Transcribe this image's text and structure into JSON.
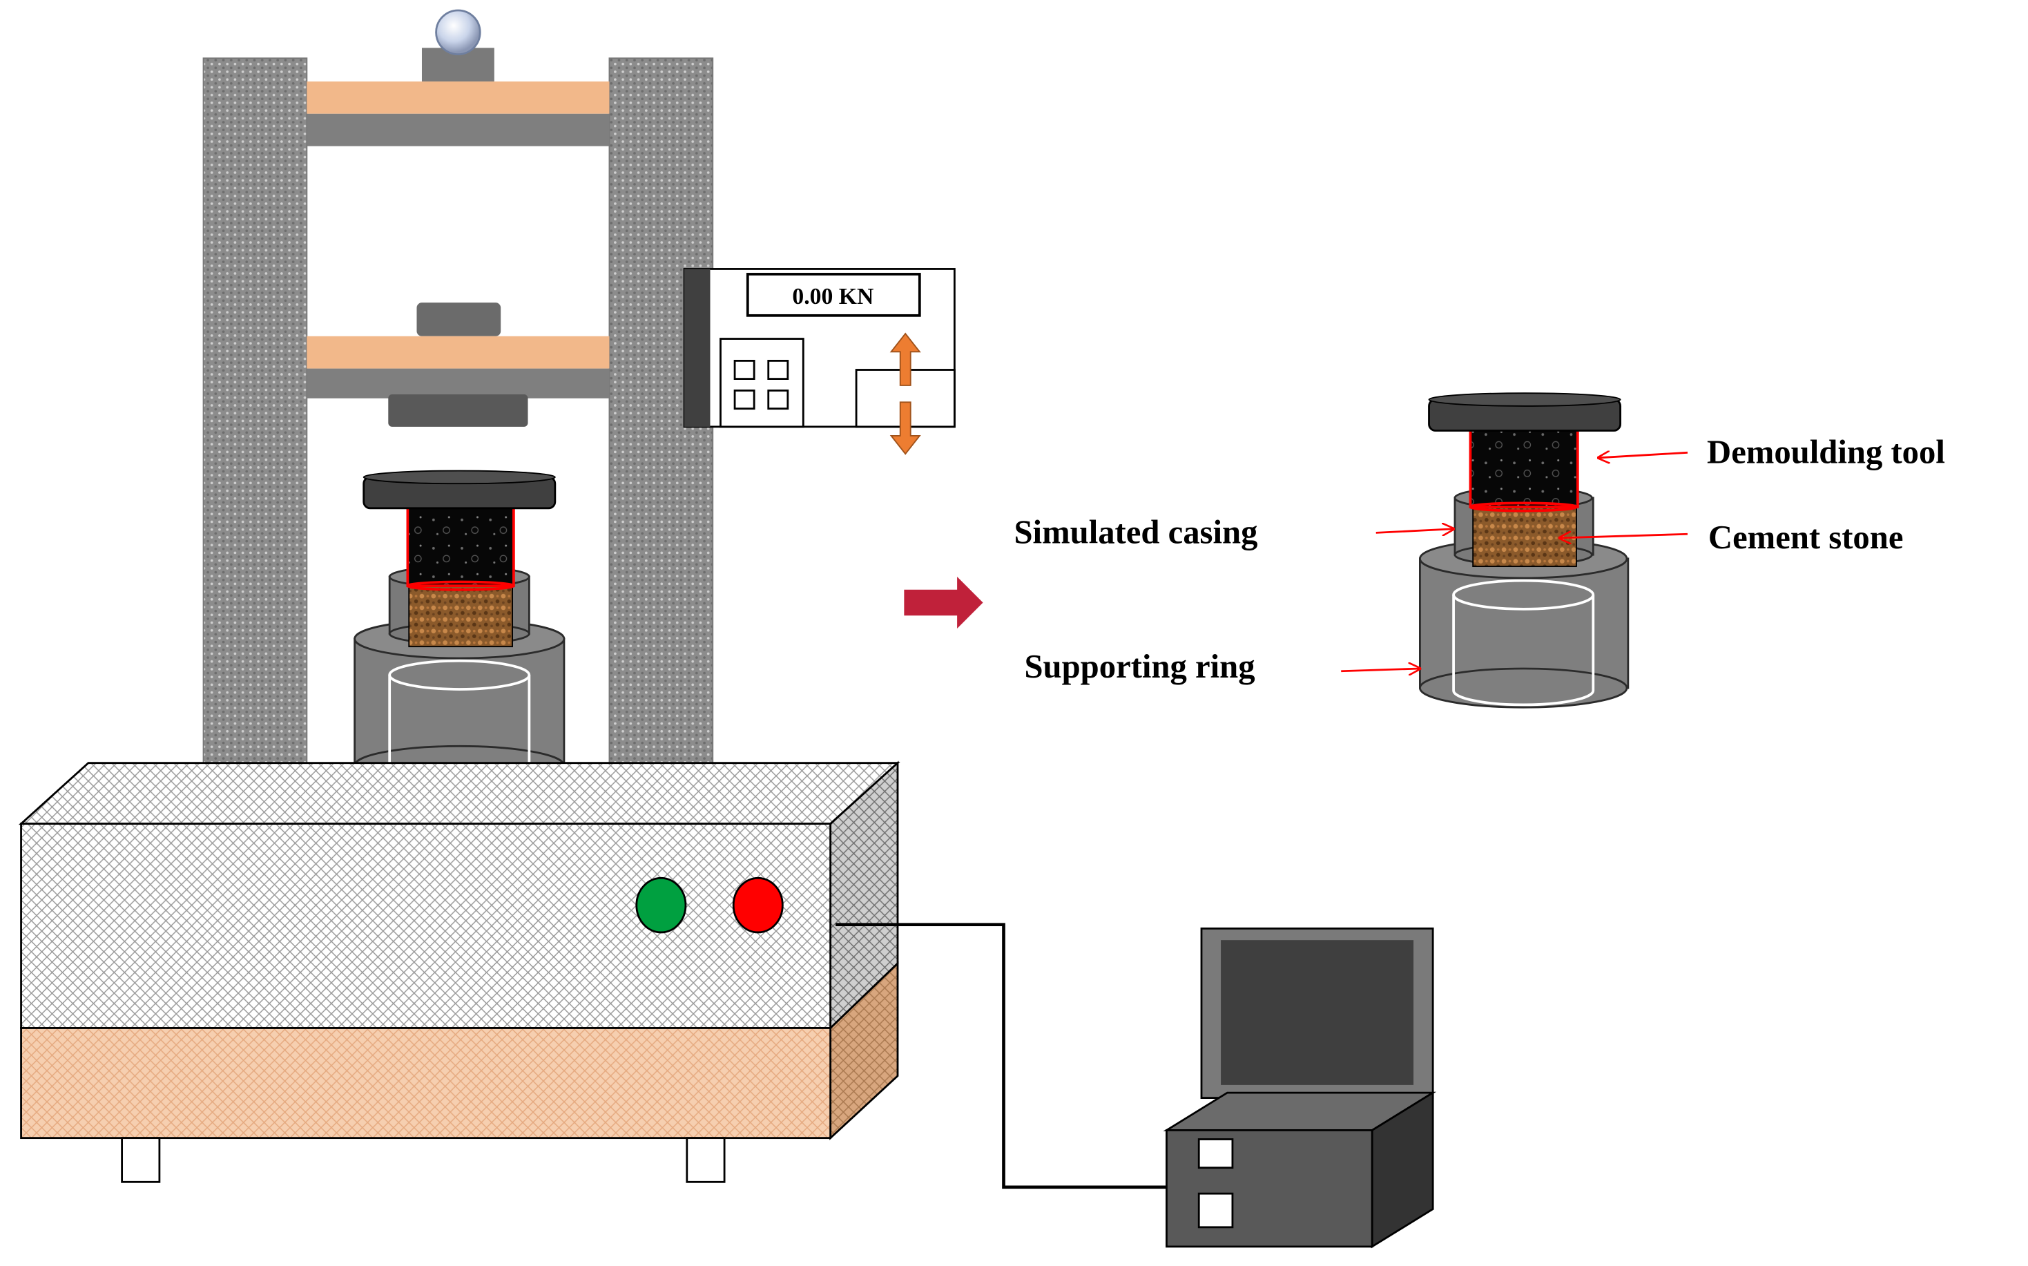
{
  "display": {
    "reading": "0.00 KN"
  },
  "labels": {
    "demoulding_tool": "Demoulding tool",
    "simulated_casing": "Simulated casing",
    "cement_stone": "Cement stone",
    "supporting_ring": "Supporting ring"
  },
  "colors": {
    "frame_column": "#8a8a8a",
    "crosshead_top": "#f2b88a",
    "crosshead_bottom": "#7f7f7f",
    "steel_dark": "#595959",
    "cylinder": "#7f7f7f",
    "cement": "#8b5a2b",
    "specimen": "#0a0a0a",
    "label_arrow": "#ff0000",
    "process_arrow": "#c0213a",
    "green_button": "#00a040",
    "red_button": "#ff0000",
    "base_lower": "#f5c9a6",
    "arrow_orange": "#ed7d31"
  },
  "icons": [
    "up-arrow-icon",
    "down-arrow-icon",
    "keypad-icon",
    "process-arrow-icon"
  ]
}
